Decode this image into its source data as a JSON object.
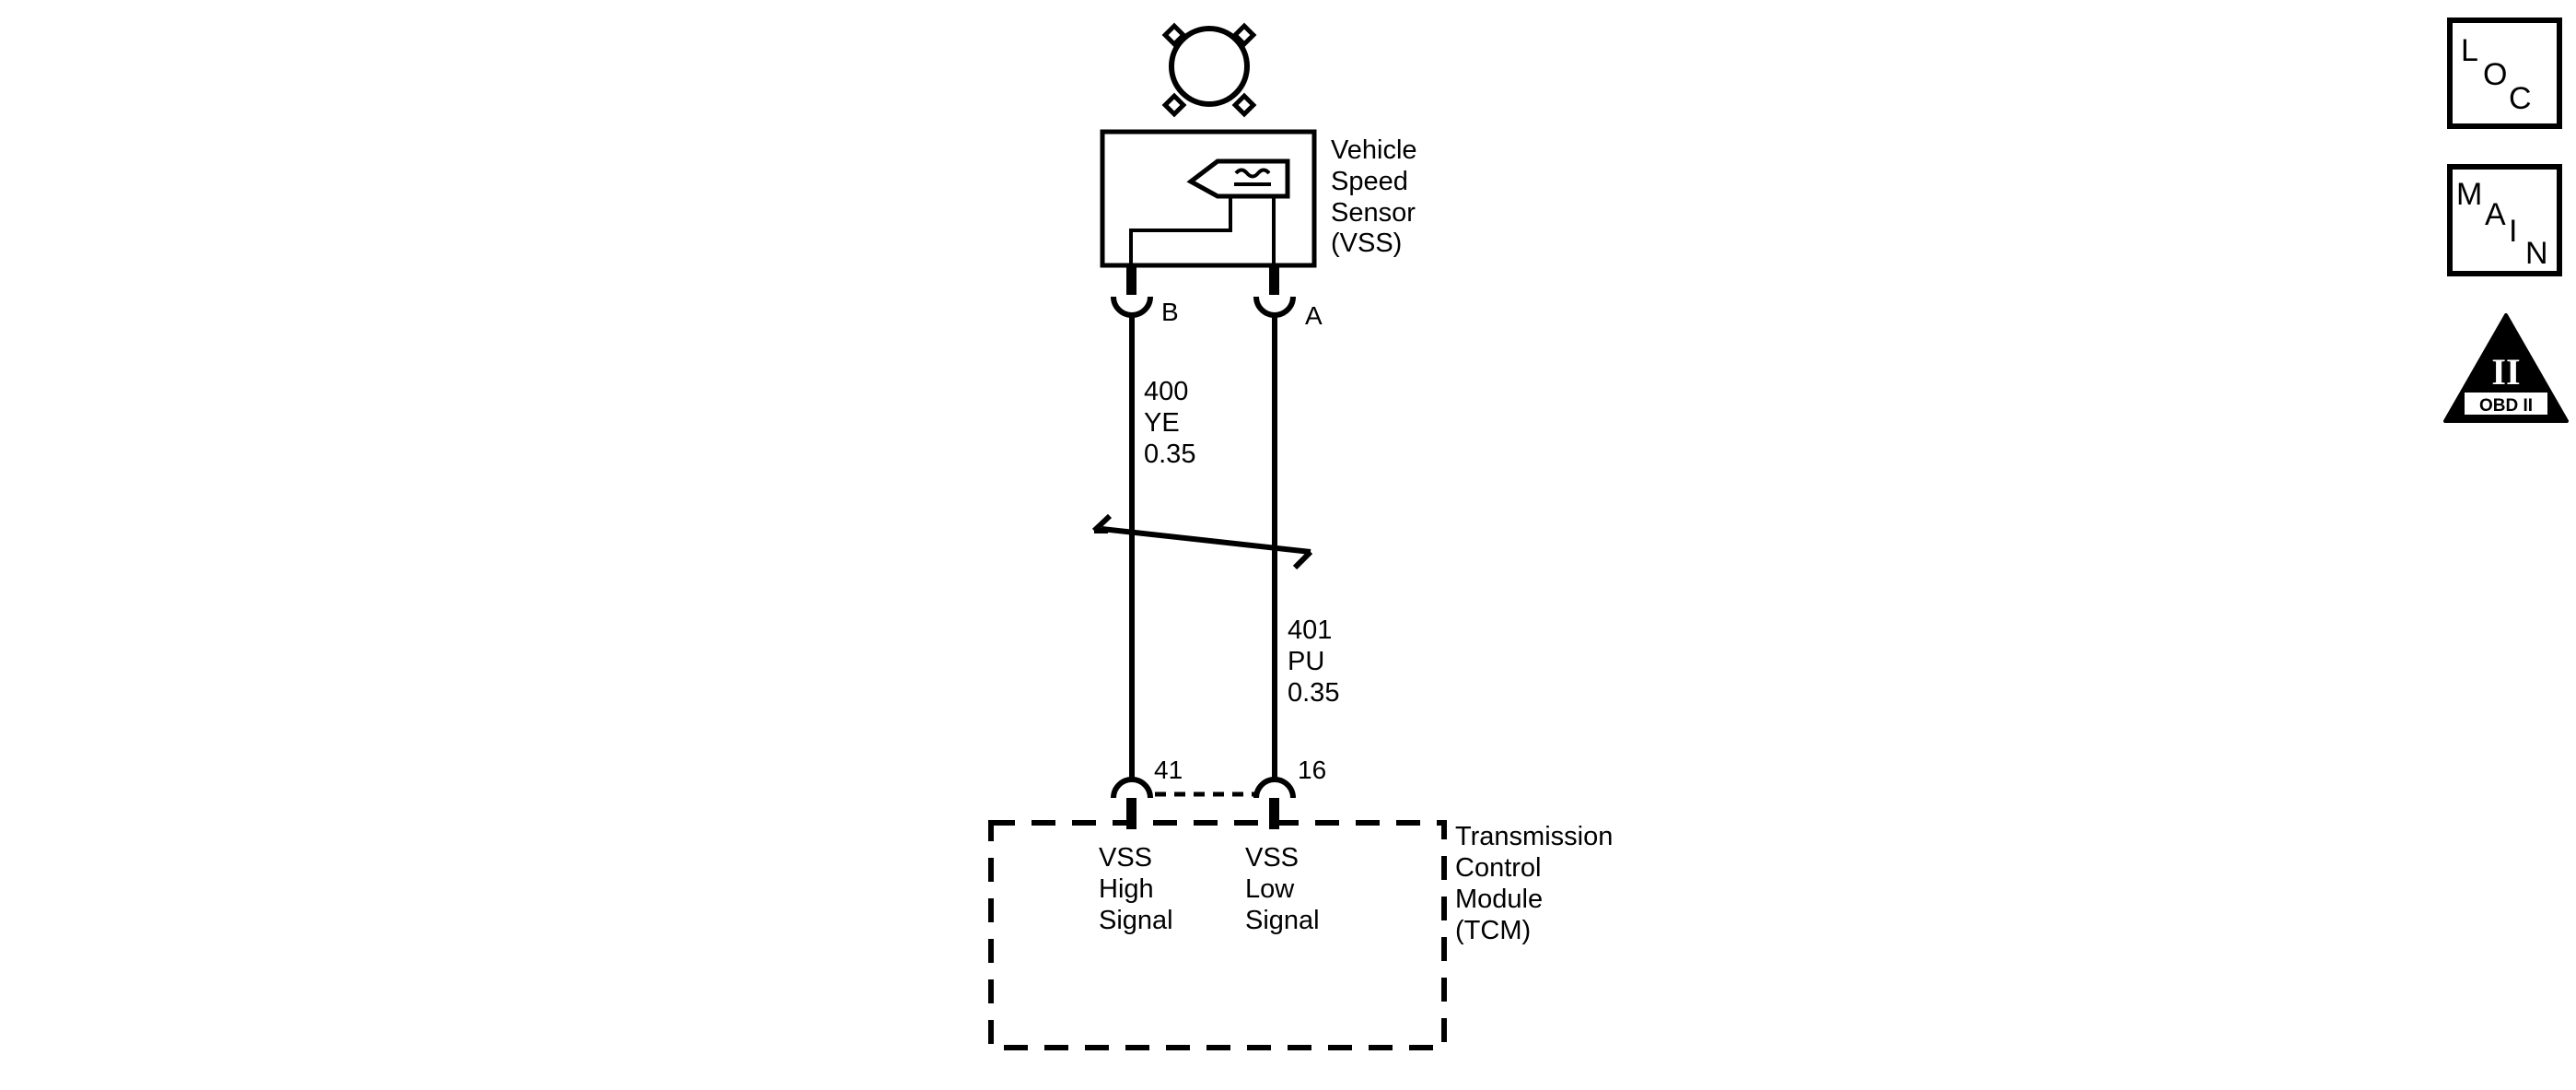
{
  "sensor": {
    "label_lines": [
      "Vehicle",
      "Speed",
      "Sensor",
      "(VSS)"
    ],
    "connector_b": "B",
    "connector_a": "A"
  },
  "wire_high": {
    "circuit": "400",
    "color": "YE",
    "size": "0.35"
  },
  "wire_low": {
    "circuit": "401",
    "color": "PU",
    "size": "0.35"
  },
  "tcm": {
    "label_lines": [
      "Transmission",
      "Control",
      "Module",
      "(TCM)"
    ],
    "pin_high": "41",
    "pin_low": "16",
    "high_signal_lines": [
      "VSS",
      "High",
      "Signal"
    ],
    "low_signal_lines": [
      "VSS",
      "Low",
      "Signal"
    ]
  },
  "icons": {
    "loc": {
      "l": "L",
      "o": "O",
      "c": "C"
    },
    "main": {
      "m": "M",
      "a": "A",
      "i": "I",
      "n": "N"
    },
    "obd": {
      "roman": "II",
      "text": "OBD II"
    }
  },
  "colors": {
    "line": "#000000",
    "background": "#ffffff"
  }
}
